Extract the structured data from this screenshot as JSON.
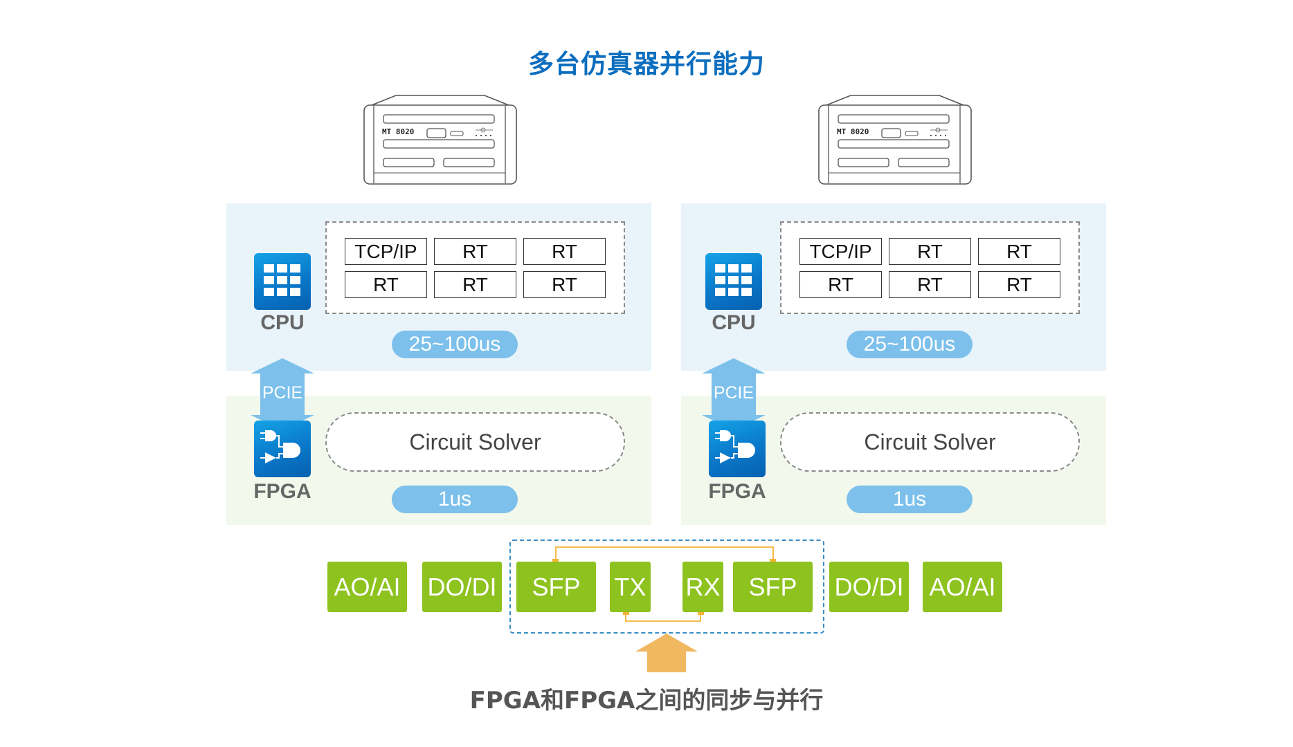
{
  "title": "多台仿真器并行能力",
  "colors": {
    "title": "#0B6DBE",
    "cpu_panel_bg": "#E8F3FA",
    "fpga_panel_bg": "#F2F8EB",
    "pill": "#7CC0EB",
    "io_block": "#8DC21F",
    "connector": "#F5B335",
    "sync_arrow": "#F1B862",
    "sync_box_border": "#3A8CC4",
    "chip_icon": "#0A78C9"
  },
  "simulators": [
    {
      "server": {
        "model_label": "MT 8020",
        "icon": "rack-server-icon"
      },
      "cpu": {
        "icon": "cpu-grid-icon",
        "label": "CPU",
        "tasks": [
          "TCP/IP",
          "RT",
          "RT",
          "RT",
          "RT",
          "RT"
        ],
        "latency": "25~100us"
      },
      "link": {
        "label": "PCIE",
        "icon": "double-arrow-icon"
      },
      "fpga": {
        "icon": "logic-gates-icon",
        "label": "FPGA",
        "module": "Circuit Solver",
        "latency": "1us"
      }
    },
    {
      "server": {
        "model_label": "MT 8020",
        "icon": "rack-server-icon"
      },
      "cpu": {
        "icon": "cpu-grid-icon",
        "label": "CPU",
        "tasks": [
          "TCP/IP",
          "RT",
          "RT",
          "RT",
          "RT",
          "RT"
        ],
        "latency": "25~100us"
      },
      "link": {
        "label": "PCIE",
        "icon": "double-arrow-icon"
      },
      "fpga": {
        "icon": "logic-gates-icon",
        "label": "FPGA",
        "module": "Circuit Solver",
        "latency": "1us"
      }
    }
  ],
  "io_row": {
    "left": [
      "AO/AI",
      "DO/DI"
    ],
    "sync": [
      "SFP",
      "TX",
      "RX",
      "SFP"
    ],
    "right": [
      "DO/DI",
      "AO/AI"
    ]
  },
  "sync_caption": "FPGA和FPGA之间的同步与并行"
}
